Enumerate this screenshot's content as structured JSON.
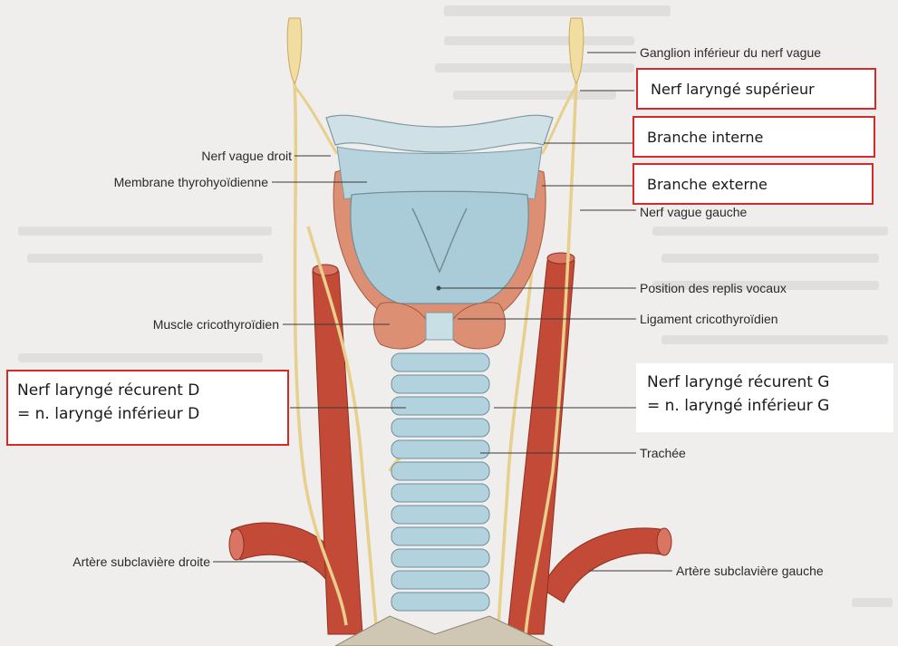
{
  "figure": {
    "colors": {
      "background": "#efeeec",
      "artery": "#c24a36",
      "nerve": "#e7cf8c",
      "cartilage": "#a9ccd8",
      "muscle": "#dd8f73",
      "callout_border": "#d62a2a"
    }
  },
  "labels": {
    "ganglion_inferieur": "Ganglion inférieur du nerf vague",
    "nerf_vague_droit": "Nerf vague droit",
    "membrane_thyrohyoidienne": "Membrane thyrohyoïdienne",
    "nerf_vague_gauche": "Nerf vague gauche",
    "position_replis_vocaux": "Position des replis vocaux",
    "muscle_cricothyroidien": "Muscle cricothyroïdien",
    "ligament_cricothyroidien": "Ligament cricothyroïdien",
    "trachee": "Trachée",
    "artere_subclaviere_droite": "Artère subclavière droite",
    "artere_subclaviere_gauche": "Artère subclavière gauche"
  },
  "callouts": {
    "nerf_larynge_superieur": "Nerf laryngé supérieur",
    "branche_interne": "Branche interne",
    "branche_externe": "Branche externe",
    "recurrent_droit_line1": "Nerf laryngé récurent D",
    "recurrent_droit_line2": "= n. laryngé inférieur D",
    "recurrent_gauche_line1": "Nerf laryngé récurent G",
    "recurrent_gauche_line2": "= n. laryngé inférieur G"
  }
}
